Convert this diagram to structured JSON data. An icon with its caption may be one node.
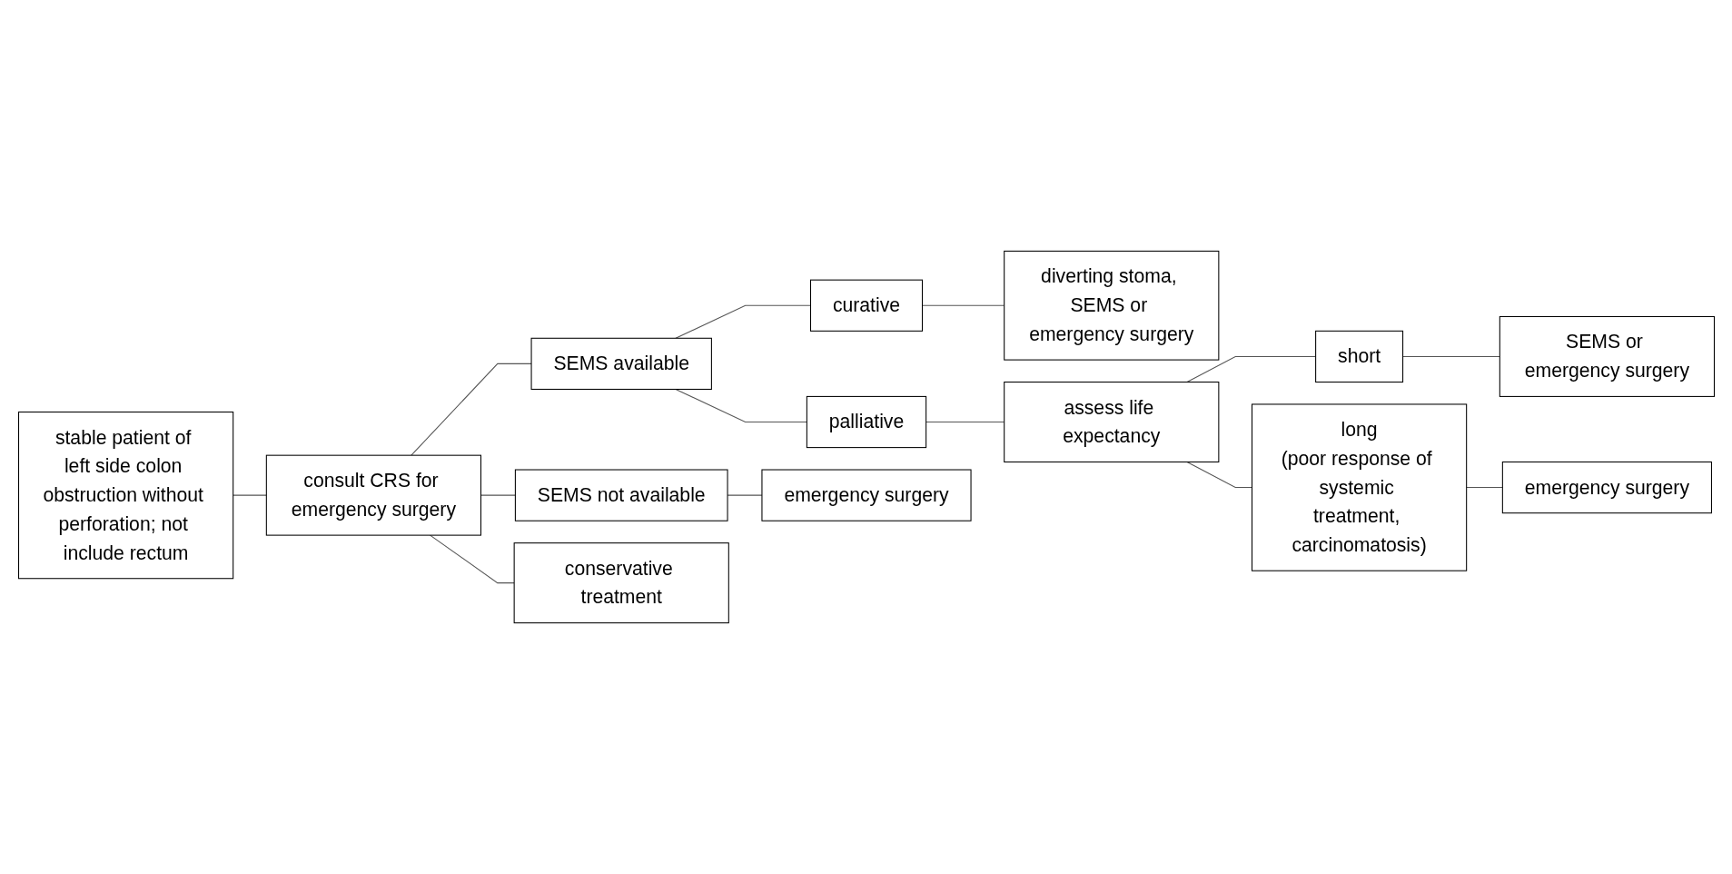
{
  "diagram": {
    "nodes": [
      {
        "text": [
          "stable patient of left side colon obstruction without perforation; not include rectum"
        ]
      },
      {
        "text": [
          "consult CRS for emergency surgery"
        ]
      },
      {
        "text": [
          "SEMS available"
        ]
      },
      {
        "text": [
          "curative"
        ]
      },
      {
        "text": [
          "diverting stoma, SEMS or emergency surgery"
        ]
      },
      {
        "text": [
          "palliative"
        ]
      },
      {
        "text": [
          "assess life expectancy"
        ]
      },
      {
        "text": [
          "short"
        ]
      },
      {
        "text": [
          "SEMS or emergency surgery"
        ]
      },
      {
        "text": [
          "long",
          "(poor response of systemic treatment, carcinomatosis)"
        ]
      },
      {
        "text": [
          "emergency surgery"
        ]
      },
      {
        "text": [
          "SEMS not available"
        ]
      },
      {
        "text": [
          "emergency surgery"
        ]
      },
      {
        "text": [
          "conservative treatment"
        ]
      }
    ],
    "edges": [
      {
        "from": 0,
        "to": 1,
        "arrow": "none"
      },
      {
        "from": 1,
        "to": 2,
        "arrow": "none"
      },
      {
        "from": 1,
        "to": 11,
        "arrow": "none"
      },
      {
        "from": 1,
        "to": 13,
        "arrow": "none"
      },
      {
        "from": 2,
        "to": 3,
        "arrow": "none"
      },
      {
        "from": 2,
        "to": 5,
        "arrow": "none"
      },
      {
        "from": 3,
        "to": 4,
        "arrow": "none"
      },
      {
        "from": 5,
        "to": 6,
        "arrow": "none"
      },
      {
        "from": 6,
        "to": 7,
        "arrow": "none"
      },
      {
        "from": 6,
        "to": 9,
        "arrow": "none"
      },
      {
        "from": 7,
        "to": 8,
        "arrow": "none"
      },
      {
        "from": 9,
        "to": 10,
        "arrow": "none"
      },
      {
        "from": 11,
        "to": 12,
        "arrow": "none"
      }
    ]
  }
}
